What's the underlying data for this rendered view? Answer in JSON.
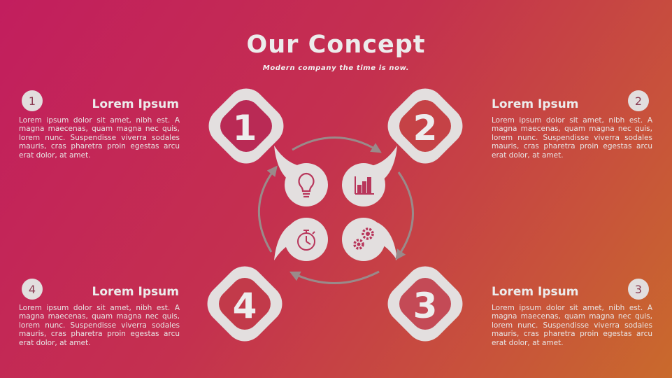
{
  "header": {
    "title": "Our Concept",
    "subtitle": "Modern company the time is now."
  },
  "blocks": [
    {
      "number": "1",
      "title": "Lorem Ipsum",
      "text": "Lorem ipsum dolor sit amet, nibh est. A magna maecenas, quam magna nec quis, lorem nunc. Suspendisse viverra sodales mauris, cras pharetra proin egestas arcu erat dolor, at amet."
    },
    {
      "number": "2",
      "title": "Lorem Ipsum",
      "text": "Lorem ipsum dolor sit amet, nibh est. A magna maecenas, quam magna nec quis, lorem nunc. Suspendisse viverra sodales mauris, cras pharetra proin egestas arcu erat dolor, at amet."
    },
    {
      "number": "4",
      "title": "Lorem Ipsum",
      "text": "Lorem ipsum dolor sit amet, nibh est. A magna maecenas, quam magna nec quis, lorem nunc. Suspendisse viverra sodales mauris, cras pharetra proin egestas arcu erat dolor, at amet."
    },
    {
      "number": "3",
      "title": "Lorem Ipsum",
      "text": "Lorem ipsum dolor sit amet, nibh est. A magna maecenas, quam magna nec quis, lorem nunc. Suspendisse viverra sodales mauris, cras pharetra proin egestas arcu erat dolor, at amet."
    }
  ],
  "diagram": {
    "steps": [
      "1",
      "2",
      "3",
      "4"
    ],
    "icons": [
      "lightbulb-icon",
      "bar-chart-icon",
      "stopwatch-icon",
      "gears-icon"
    ]
  },
  "colors": {
    "shape_fill": "#e3dfdf",
    "icon": "#b8365b",
    "arrow": "#9a8a8a"
  }
}
